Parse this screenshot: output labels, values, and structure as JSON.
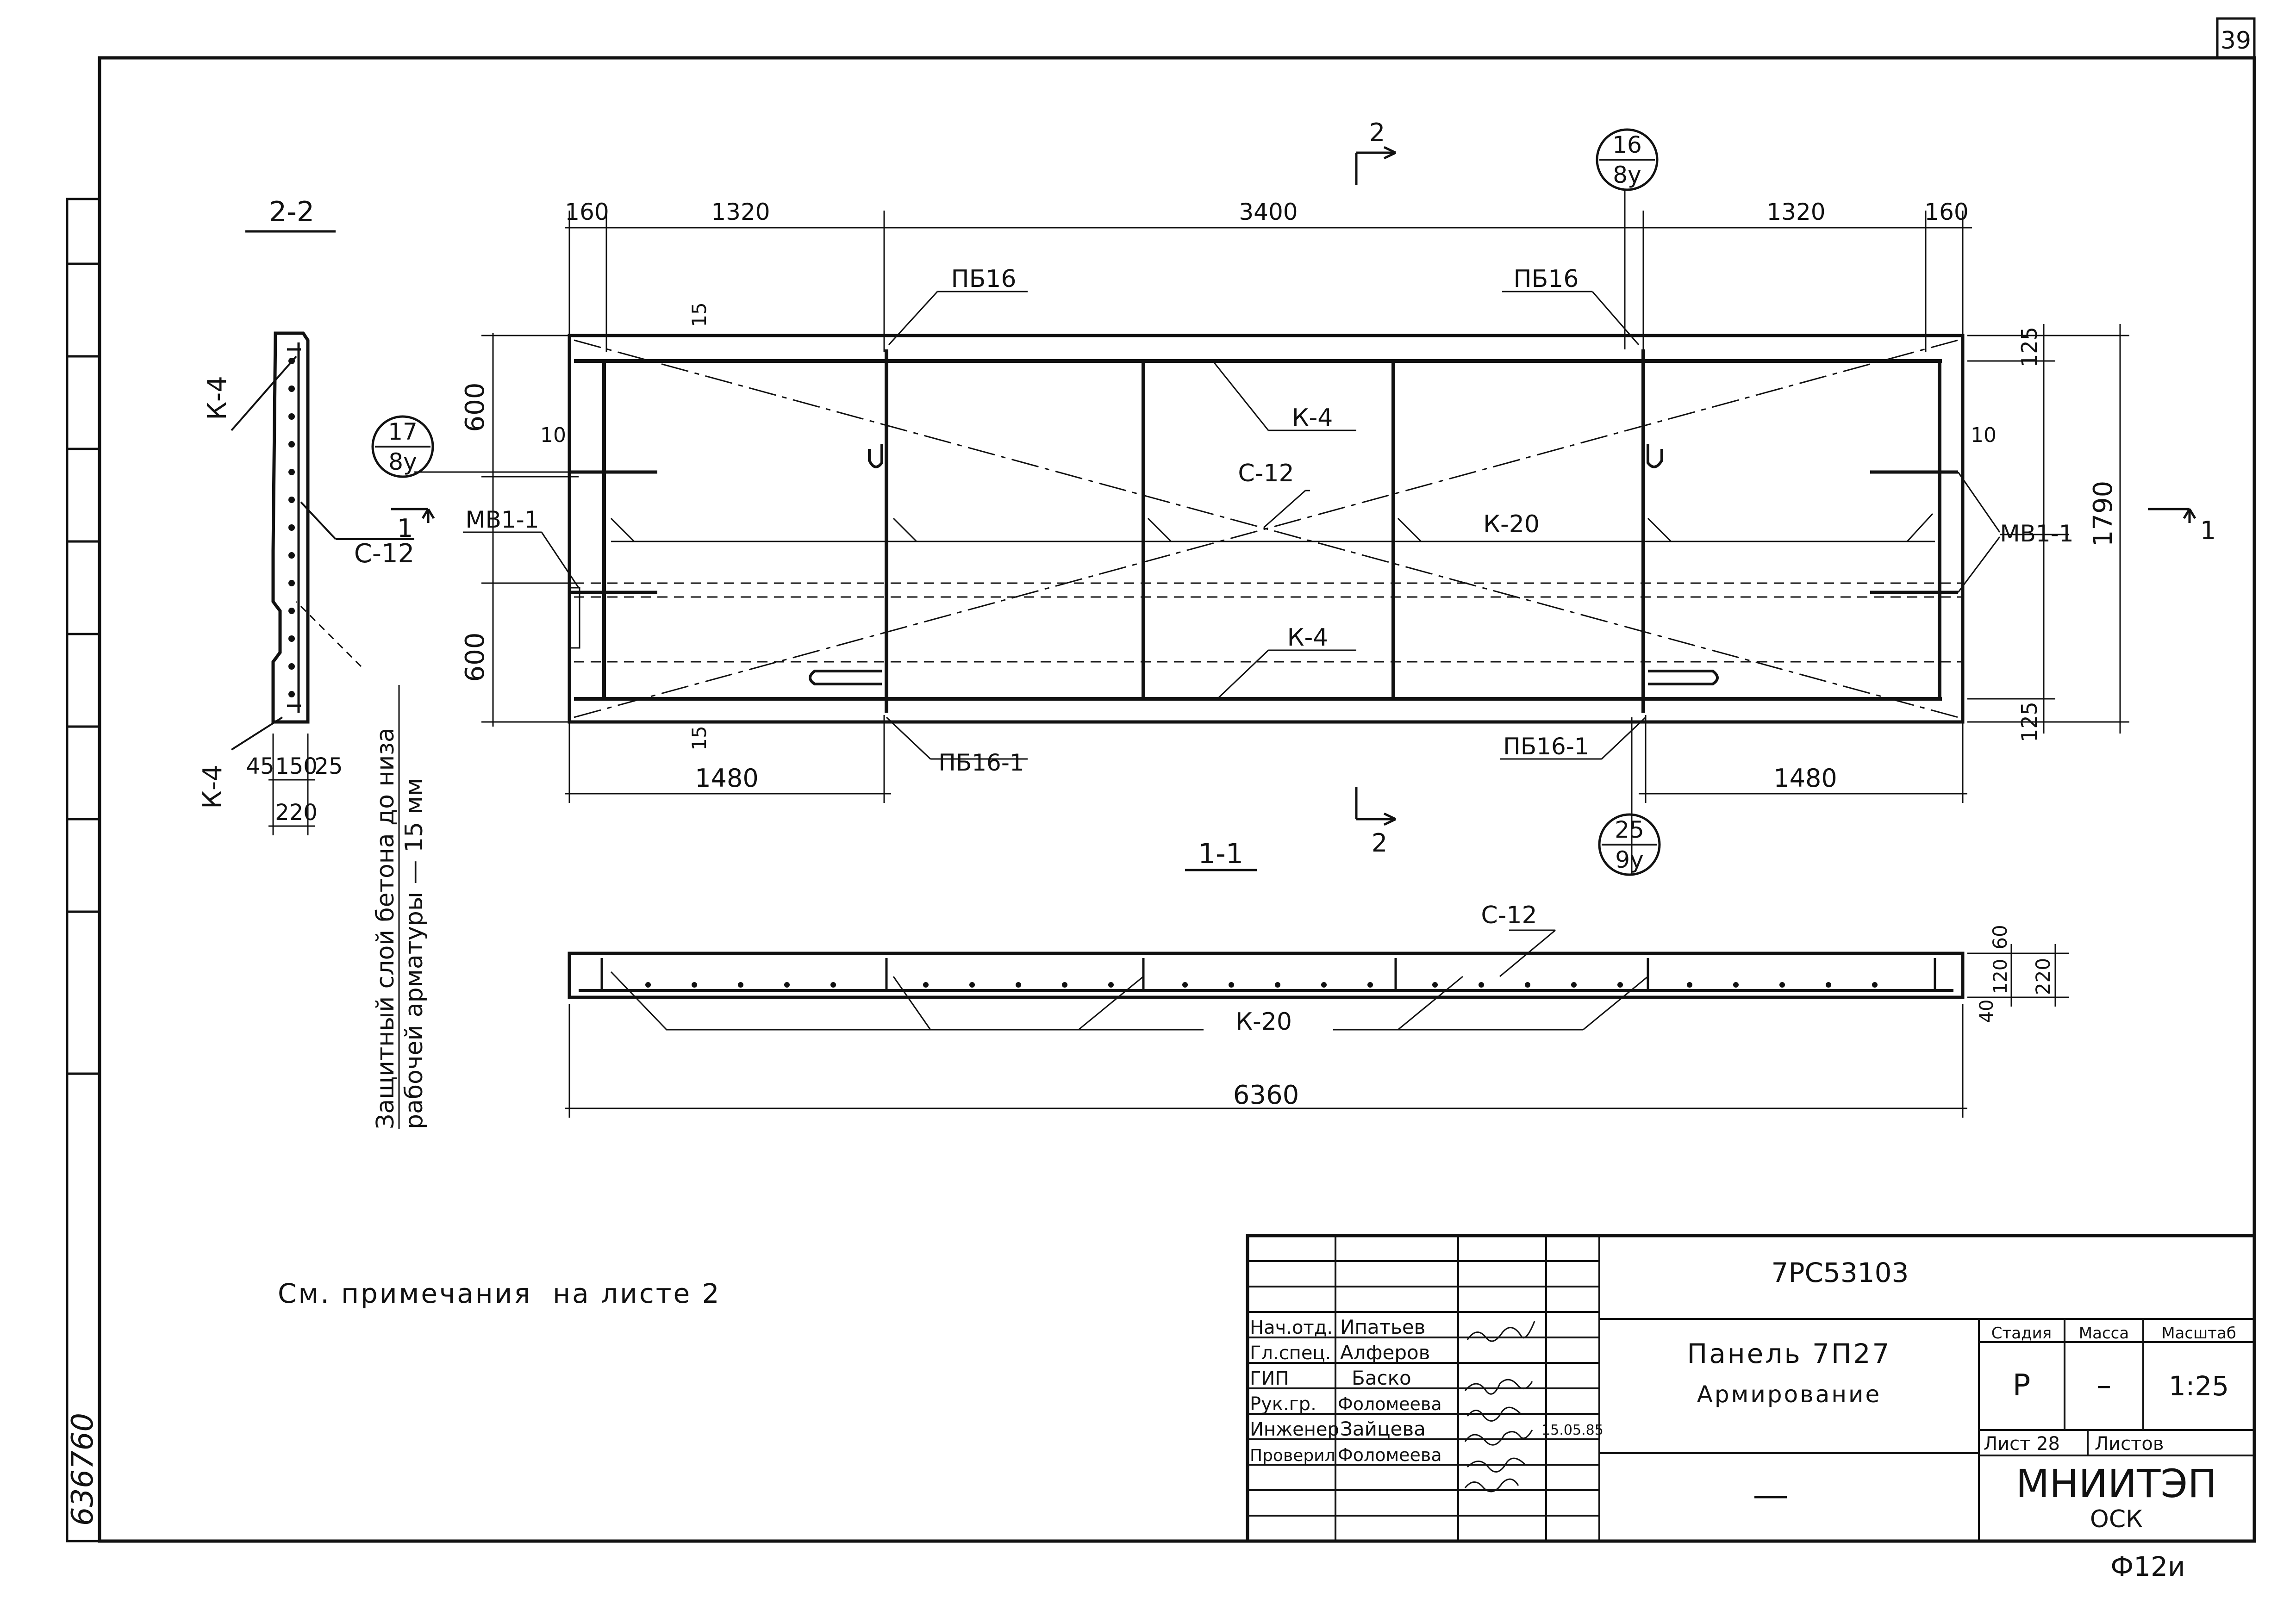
{
  "sheet": {
    "number": "39",
    "archive_no": "636760",
    "format": "Ф12и"
  },
  "note": "См. примечания  на листе 2",
  "section_22": {
    "title": "2-2",
    "labels": {
      "k4": "К-4",
      "c12": "С-12"
    },
    "dims": {
      "d45": "45",
      "d150": "150",
      "d25": "25",
      "d220": "220"
    },
    "cover_line1": "Защитный слой бетона до низа",
    "cover_line2": "рабочей арматуры — 15 мм"
  },
  "plan": {
    "top_dims": {
      "a": "160",
      "b": "1320",
      "c": "3400",
      "d": "1320",
      "e": "160"
    },
    "bottom_dims": {
      "left": "1480",
      "right": "1480"
    },
    "left_dims": {
      "top": "600",
      "bottom": "600"
    },
    "right_dims": {
      "total": "1790",
      "top": "125",
      "bottom": "125"
    },
    "small_dims": {
      "d15": "15",
      "d10": "10"
    },
    "cut_marks": {
      "c2": "2",
      "c1": "1"
    },
    "labels": {
      "pb16": "ПБ16",
      "pb16_1": "ПБ16-1",
      "k4": "К-4",
      "c12": "С-12",
      "k20": "К-20",
      "mb1_1": "МВ1-1",
      "mb1_1b": "МВ1-1"
    },
    "nodes": [
      {
        "num": "16",
        "sheet": "8у"
      },
      {
        "num": "17",
        "sheet": "8у"
      },
      {
        "num": "25",
        "sheet": "9у"
      }
    ]
  },
  "section_11": {
    "title": "1-1",
    "labels": {
      "c12": "С-12",
      "k20": "К-20"
    },
    "length": "6360",
    "right_dims": {
      "d60": "60",
      "d120": "120",
      "d40": "40",
      "d220": "220"
    }
  },
  "title_block": {
    "code": "7РС53103",
    "roles": [
      "Нач.отд.",
      "Гл.спец.",
      "ГИП",
      "Рук.гр.",
      "Инженер",
      "Проверил"
    ],
    "names": [
      "Ипатьев",
      "Алферов",
      "Баско",
      "Фоломеева",
      "Зайцева",
      "Фоломеева"
    ],
    "date": "15.05.85",
    "name_line1": "Панель 7П27",
    "name_line2": "Армирование",
    "stage_head": "Стадия",
    "mass_head": "Масса",
    "scale_head": "Масштаб",
    "stage": "Р",
    "mass": "–",
    "scale": "1:25",
    "sheet_label": "Лист 28",
    "sheets_label": "Листов",
    "org": "МНИИТЭП",
    "org_sub": "ОСК"
  }
}
